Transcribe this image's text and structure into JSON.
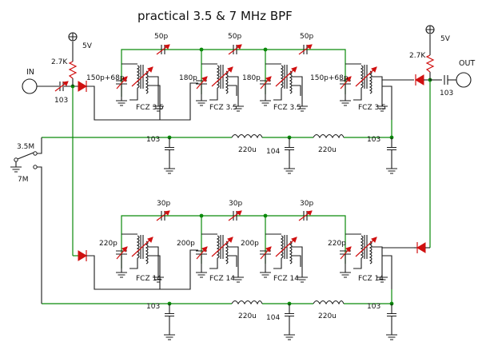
{
  "title": "practical 3.5 & 7 MHz BPF",
  "ports": {
    "input": "IN",
    "output": "OUT"
  },
  "switch": {
    "pos_a": "3.5M",
    "pos_b": "7M"
  },
  "bias": {
    "supply": "5V",
    "resistor": "2.7K"
  },
  "coupling_cap": "103",
  "band_35": {
    "series_caps": [
      "50p",
      "50p",
      "50p"
    ],
    "tune_caps": [
      "150p+68p",
      "180p",
      "180p",
      "150p+68p"
    ],
    "coil": "FCZ 3.5",
    "lowpass": {
      "bypass_cap": "103",
      "inductor": "220u",
      "mid_cap": "104"
    }
  },
  "band_14": {
    "series_caps": [
      "30p",
      "30p",
      "30p"
    ],
    "tune_caps": [
      "220p",
      "200p",
      "200p",
      "220p"
    ],
    "coil": "FCZ 14",
    "lowpass": {
      "bypass_cap": "103",
      "inductor": "220u",
      "mid_cap": "104"
    }
  }
}
